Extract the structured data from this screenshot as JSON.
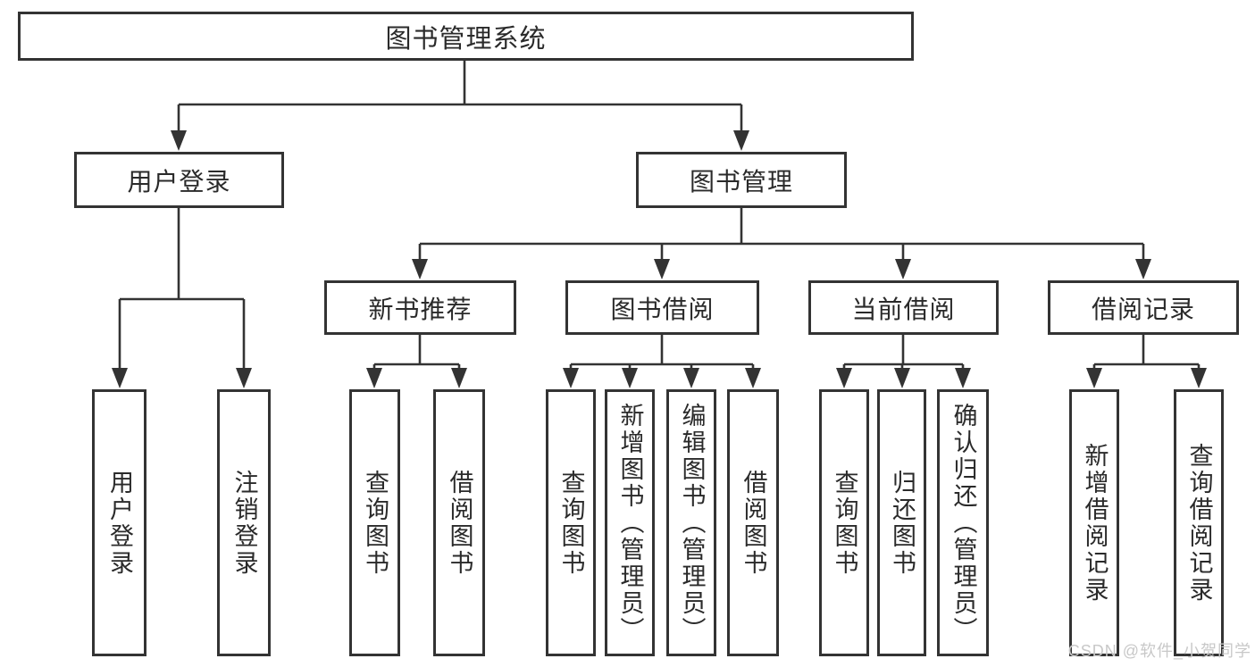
{
  "diagram": {
    "title": "图书管理系统",
    "level2": {
      "user_login": "用户登录",
      "book_mgmt": "图书管理"
    },
    "level3": {
      "new_books": "新书推荐",
      "borrowing": "图书借阅",
      "current": "当前借阅",
      "records": "借阅记录"
    },
    "leaves": {
      "user_login": "用户登录",
      "logout": "注销登录",
      "nb_query": "查询图书",
      "nb_borrow": "借阅图书",
      "bb_query": "查询图书",
      "bb_add": "新增图书（管理员）",
      "bb_edit": "编辑图书（管理员）",
      "bb_borrow": "借阅图书",
      "cb_query": "查询图书",
      "cb_return": "归还图书",
      "cb_confirm": "确认归还（管理员）",
      "rec_add": "新增借阅记录",
      "rec_query": "查询借阅记录"
    }
  },
  "watermark": "CSDN @软件_小贺同学",
  "colors": {
    "line": "#333333",
    "text": "#2a2a2a",
    "watermark": "#c8c8c8",
    "background": "#ffffff"
  }
}
